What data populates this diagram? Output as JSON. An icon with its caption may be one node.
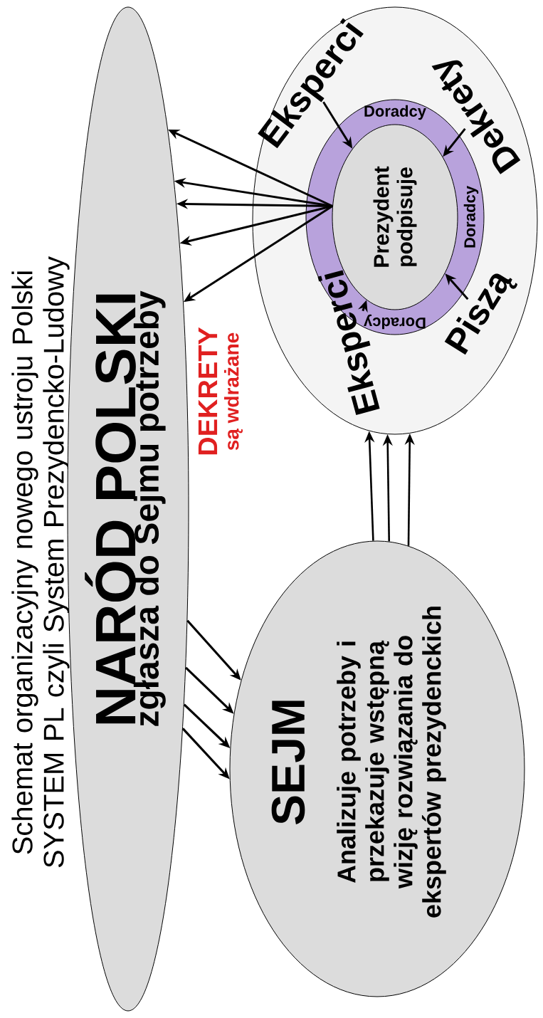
{
  "diagram": {
    "title": "Schemat organizacyjny nowego ustroju Polski SYSTEM PL czyli System Prezydencko-Ludowy",
    "nodes": [
      {
        "text": [
          "NARÓD POLSKI",
          "zgłasza do Sejmu potrzeby"
        ]
      },
      {
        "text": [
          "SEJM",
          "Analizuje potrzeby i przekazuje wstępną wizję rozwiązania do ekspertów prezydenckich"
        ]
      },
      {
        "text": [],
        "shape": "ellipse"
      },
      {
        "text": [
          "Eksperci"
        ],
        "in": 2
      },
      {
        "text": [
          "Dekrety"
        ],
        "in": 2
      },
      {
        "text": [
          "Doradcy",
          "Doradcy",
          "Doradcy"
        ],
        "in": 2
      },
      {
        "text": [
          "Prezydent podpisuje"
        ],
        "in": 5
      },
      {
        "text": [
          "Eksperci"
        ],
        "in": 2
      },
      {
        "text": [
          "Piszą"
        ],
        "in": 2
      }
    ],
    "edges": [
      {
        "from": 0,
        "to": 1,
        "arrow": "to"
      },
      {
        "from": 0,
        "to": 1,
        "arrow": "to"
      },
      {
        "from": 0,
        "to": 1,
        "arrow": "to"
      },
      {
        "from": 0,
        "to": 1,
        "arrow": "to"
      },
      {
        "from": 1,
        "to": 2,
        "arrow": "to"
      },
      {
        "from": 1,
        "to": 2,
        "arrow": "to"
      },
      {
        "from": 1,
        "to": 2,
        "arrow": "to"
      },
      {
        "from": 6,
        "to": 0,
        "arrow": "to"
      },
      {
        "from": 6,
        "to": 0,
        "arrow": "to"
      },
      {
        "from": 6,
        "to": 0,
        "arrow": "to"
      },
      {
        "from": 6,
        "to": 0,
        "arrow": "to"
      },
      {
        "from": 6,
        "to": 0,
        "arrow": "to"
      },
      {
        "from": 3,
        "to": 6,
        "arrow": "to"
      },
      {
        "from": 4,
        "to": 6,
        "arrow": "to"
      },
      {
        "from": 8,
        "to": 6,
        "arrow": "to"
      },
      {
        "from": 7,
        "to": 6,
        "arrow": "to"
      }
    ],
    "labels": [
      "DEKRETY",
      "są wdrażane"
    ]
  }
}
